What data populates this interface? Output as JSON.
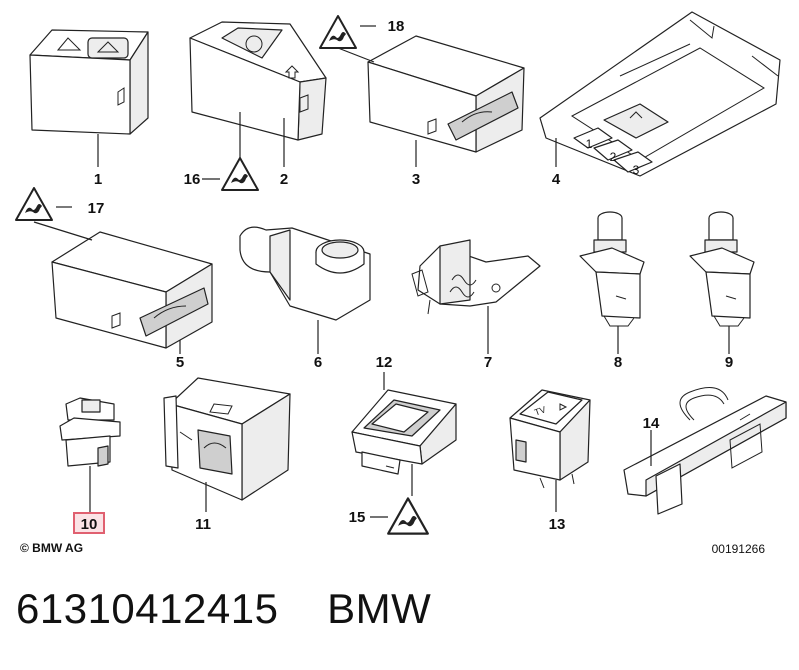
{
  "labels": {
    "l1": "1",
    "l2": "2",
    "l3": "3",
    "l4": "4",
    "l5": "5",
    "l6": "6",
    "l7": "7",
    "l8": "8",
    "l9": "9",
    "l10": "10",
    "l11": "11",
    "l12": "12",
    "l13": "13",
    "l14": "14",
    "l15": "15",
    "l16": "16",
    "l17": "17",
    "l18": "18"
  },
  "slots": [
    "1",
    "2",
    "3"
  ],
  "tv_label": "TV",
  "copyright": "© BMW AG",
  "image_code": "00191266",
  "footer": {
    "part_number": "61310412415",
    "brand": "BMW"
  },
  "colors": {
    "highlight": "#e06070"
  },
  "icons": [
    "warning-triangle-icon",
    "hazard-triangle-icon",
    "trunk-release-icon",
    "lock-icon",
    "arrow-icon"
  ]
}
